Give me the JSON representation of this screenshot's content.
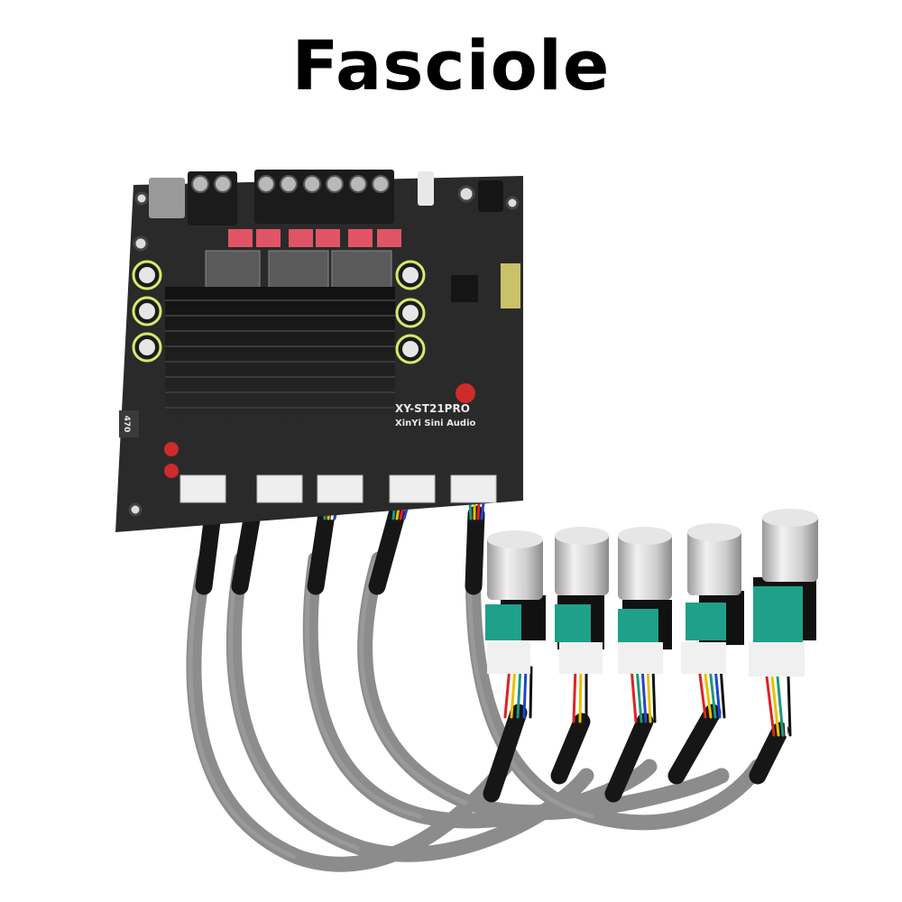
{
  "header": {
    "brand_title": "Fasciole"
  },
  "product": {
    "board_model": "XY-ST21PRO",
    "board_maker": "XinYi Sini Audio",
    "inductor_marking": "470",
    "potentiometer_count": 5,
    "connector_count": 5
  },
  "colors": {
    "background": "#ffffff",
    "pcb": "#2b2b2b",
    "heatsink": "#1a1a1a",
    "film_capacitor": "#e05565",
    "cable": "#8f8f8f",
    "potentiometer": "#1fa08a",
    "knob": "#d8d8d8",
    "antenna": "#c9c26a"
  }
}
